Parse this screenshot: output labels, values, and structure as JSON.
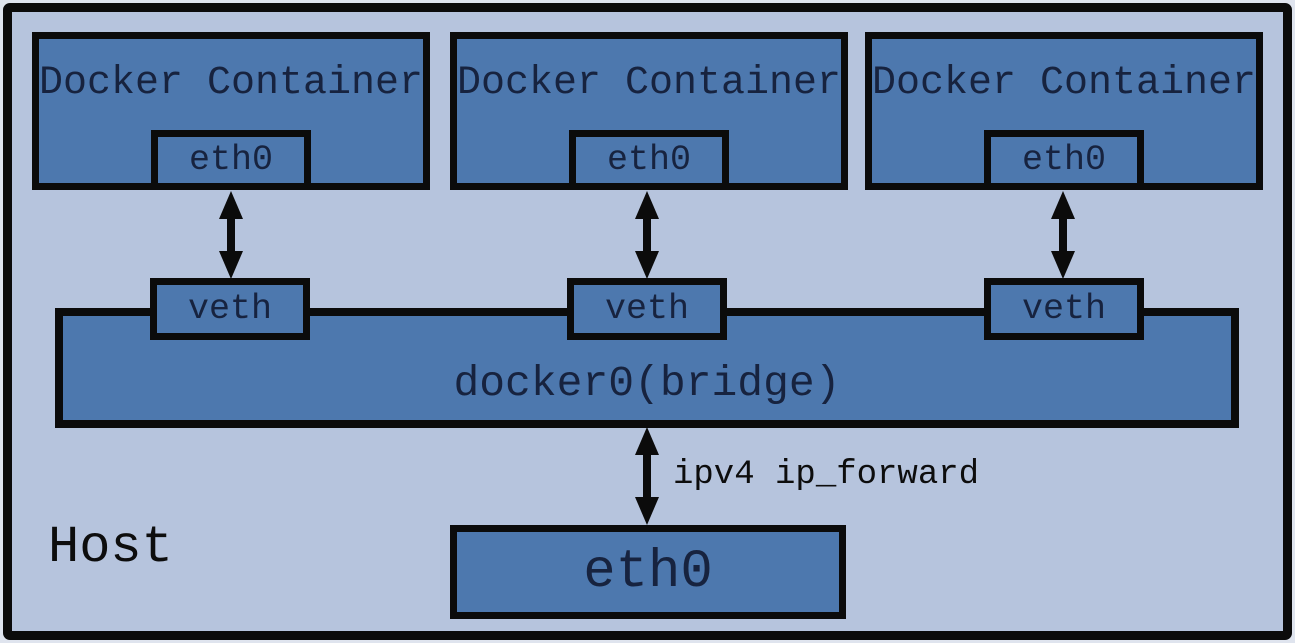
{
  "diagram": {
    "containers": [
      {
        "label": "Docker Container",
        "interface": "eth0"
      },
      {
        "label": "Docker Container",
        "interface": "eth0"
      },
      {
        "label": "Docker Container",
        "interface": "eth0"
      }
    ],
    "veths": [
      {
        "label": "veth"
      },
      {
        "label": "veth"
      },
      {
        "label": "veth"
      }
    ],
    "bridge": {
      "label": "docker0(bridge)"
    },
    "host": {
      "label": "Host",
      "interface": "eth0",
      "ip_forward_label": "ipv4 ip_forward"
    },
    "colors": {
      "background": "#b6c4dd",
      "node_fill": "#4d78ae",
      "border": "#0b0b0b",
      "node_text": "#17233f",
      "host_text": "#0d0d0d"
    }
  }
}
